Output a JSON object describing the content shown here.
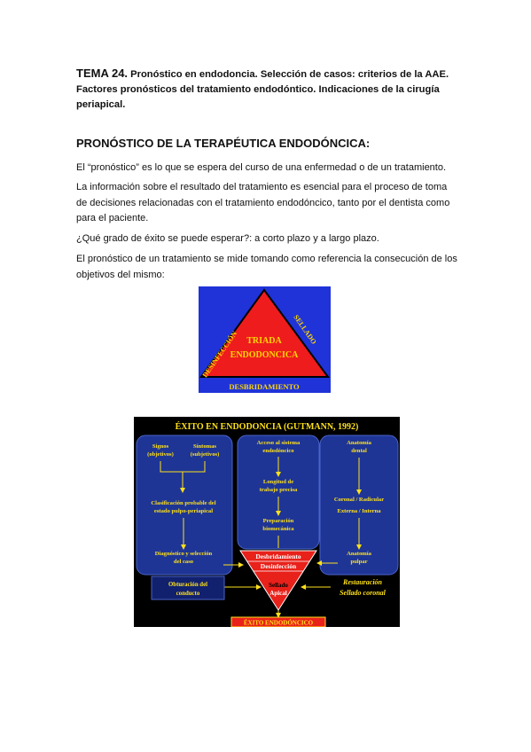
{
  "document": {
    "title_prefix": "TEMA 24.",
    "title_rest": "Pronóstico en endodoncia. Selección de casos: criterios de la AAE. Factores pronósticos del tratamiento endodóntico. Indicaciones de la cirugía periapical.",
    "heading": "PRONÓSTICO DE LA TERAPÉUTICA ENDODÓNCICA:",
    "paragraphs": [
      "El “pronóstico” es lo que se espera del curso de una enfermedad o de un tratamiento.",
      "La información sobre el resultado del tratamiento es esencial para el proceso de toma de decisiones relacionadas con el tratamiento endodóncico, tanto por el dentista como para el paciente.",
      "¿Qué grado de éxito se puede esperar?: a corto plazo y a largo plazo.",
      "El pronóstico de un tratamiento se mide tomando como referencia la consecución de los objetivos del mismo:"
    ]
  },
  "triad": {
    "left_side": "DESINFECCIÓN",
    "right_side": "SELLADO",
    "bottom": "DESBRIDAMIENTO",
    "center_line1": "TRIADA",
    "center_line2": "ENDODONCICA",
    "colors": {
      "background": "#1f33d8",
      "triangle": "#ee1c1c",
      "text": "#ffd800"
    }
  },
  "success_chart": {
    "title": "ÉXITO EN ENDODONCIA (GUTMANN, 1992)",
    "col1": {
      "signos_1": "Signos",
      "signos_2": "(objetivos)",
      "sintomas_1": "Síntomas",
      "sintomas_2": "(subjetivos)",
      "clasif_1": "Clasificación probable del",
      "clasif_2": "estado pulpo-periapical",
      "diag_1": "Diagnóstico y selección",
      "diag_2": "del caso"
    },
    "col2": {
      "acceso_1": "Acceso al sistema",
      "acceso_2": "endodóncico",
      "longitud_1": "Longitud de",
      "longitud_2": "trabajo precisa",
      "prep_1": "Preparación",
      "prep_2": "biomecánica"
    },
    "col3": {
      "anat_1": "Anatomía",
      "anat_2": "dental",
      "coronal": "Coronal / Radicular",
      "externa": "Externa / Interna",
      "pulpar_1": "Anatomía",
      "pulpar_2": "pulpar"
    },
    "center": {
      "desbridamiento": "Desbridamiento",
      "desinfeccion": "Desinfección",
      "sellado_1": "Sellado",
      "sellado_2": "Apical"
    },
    "obturacion_1": "Obturación del",
    "obturacion_2": "conducto",
    "restauracion": "Restauración",
    "sellado_coronal": "Sellado coronal",
    "exito": "ÉXITO ENDODÓNCICO",
    "colors": {
      "background": "#000000",
      "box": "#1e3596",
      "text": "#ffe11a",
      "triangle": "#e8211a"
    }
  }
}
